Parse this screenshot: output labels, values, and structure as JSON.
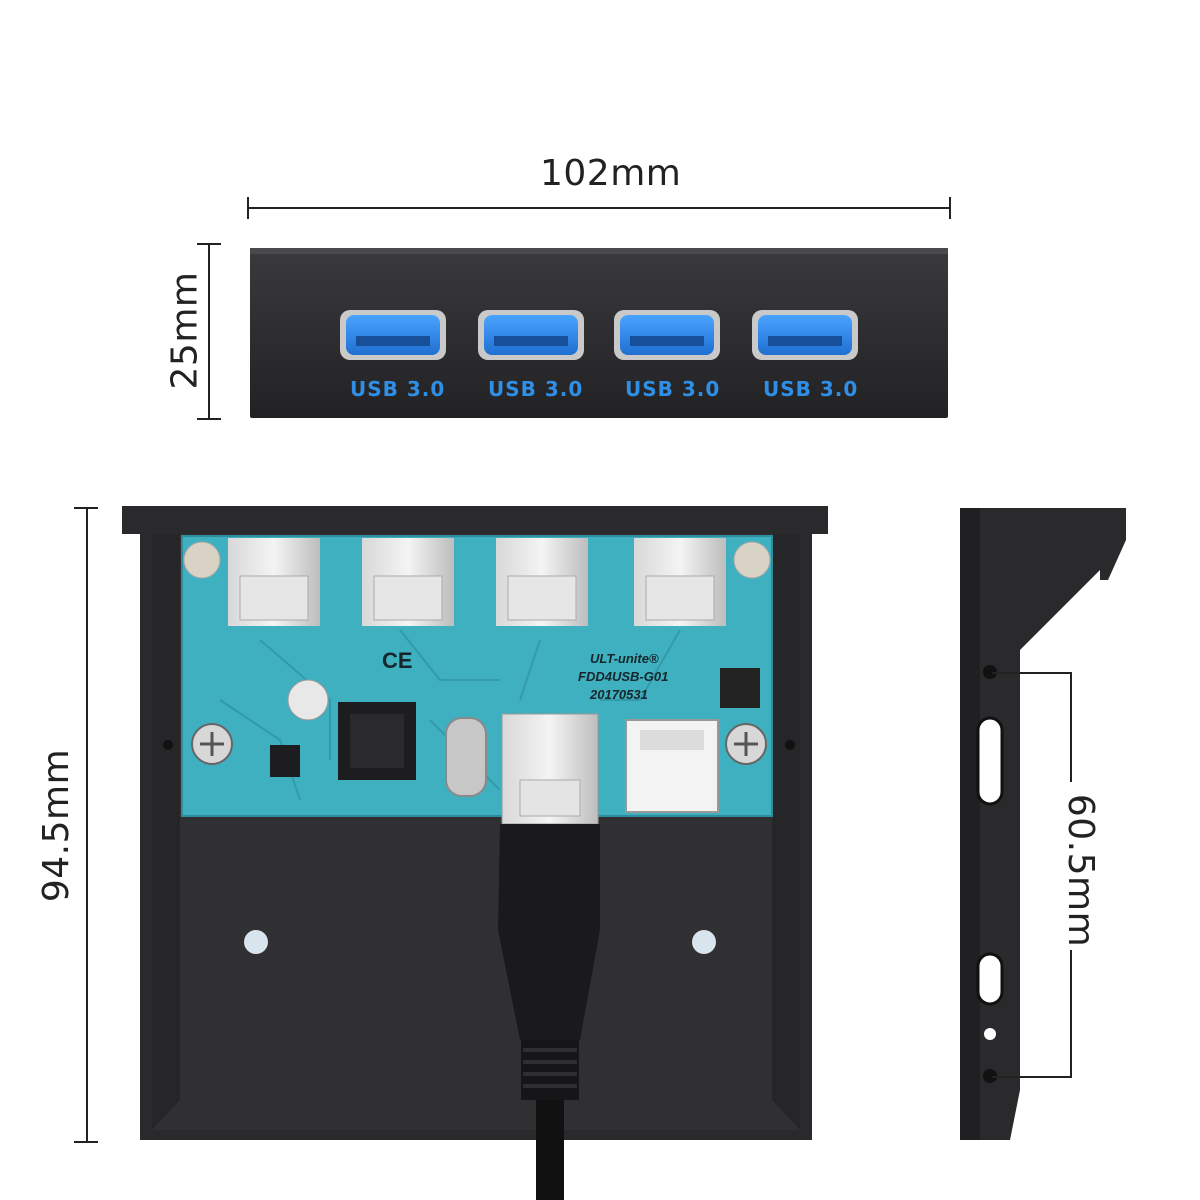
{
  "dimensions": {
    "width": "102mm",
    "height_front": "25mm",
    "depth": "94.5mm",
    "side_spacing": "60.5mm"
  },
  "front_panel": {
    "ports": [
      {
        "label": "USB 3.0"
      },
      {
        "label": "USB 3.0"
      },
      {
        "label": "USB 3.0"
      },
      {
        "label": "USB 3.0"
      }
    ]
  },
  "pcb": {
    "brand": "ULT-unite®",
    "model": "FDD4USB-G01",
    "date": "20170531",
    "ce_mark": "CE"
  },
  "colors": {
    "metal": "#2b2b2d",
    "pcb": "#3fb0c0",
    "usb_blue": "#2f8fe6"
  }
}
